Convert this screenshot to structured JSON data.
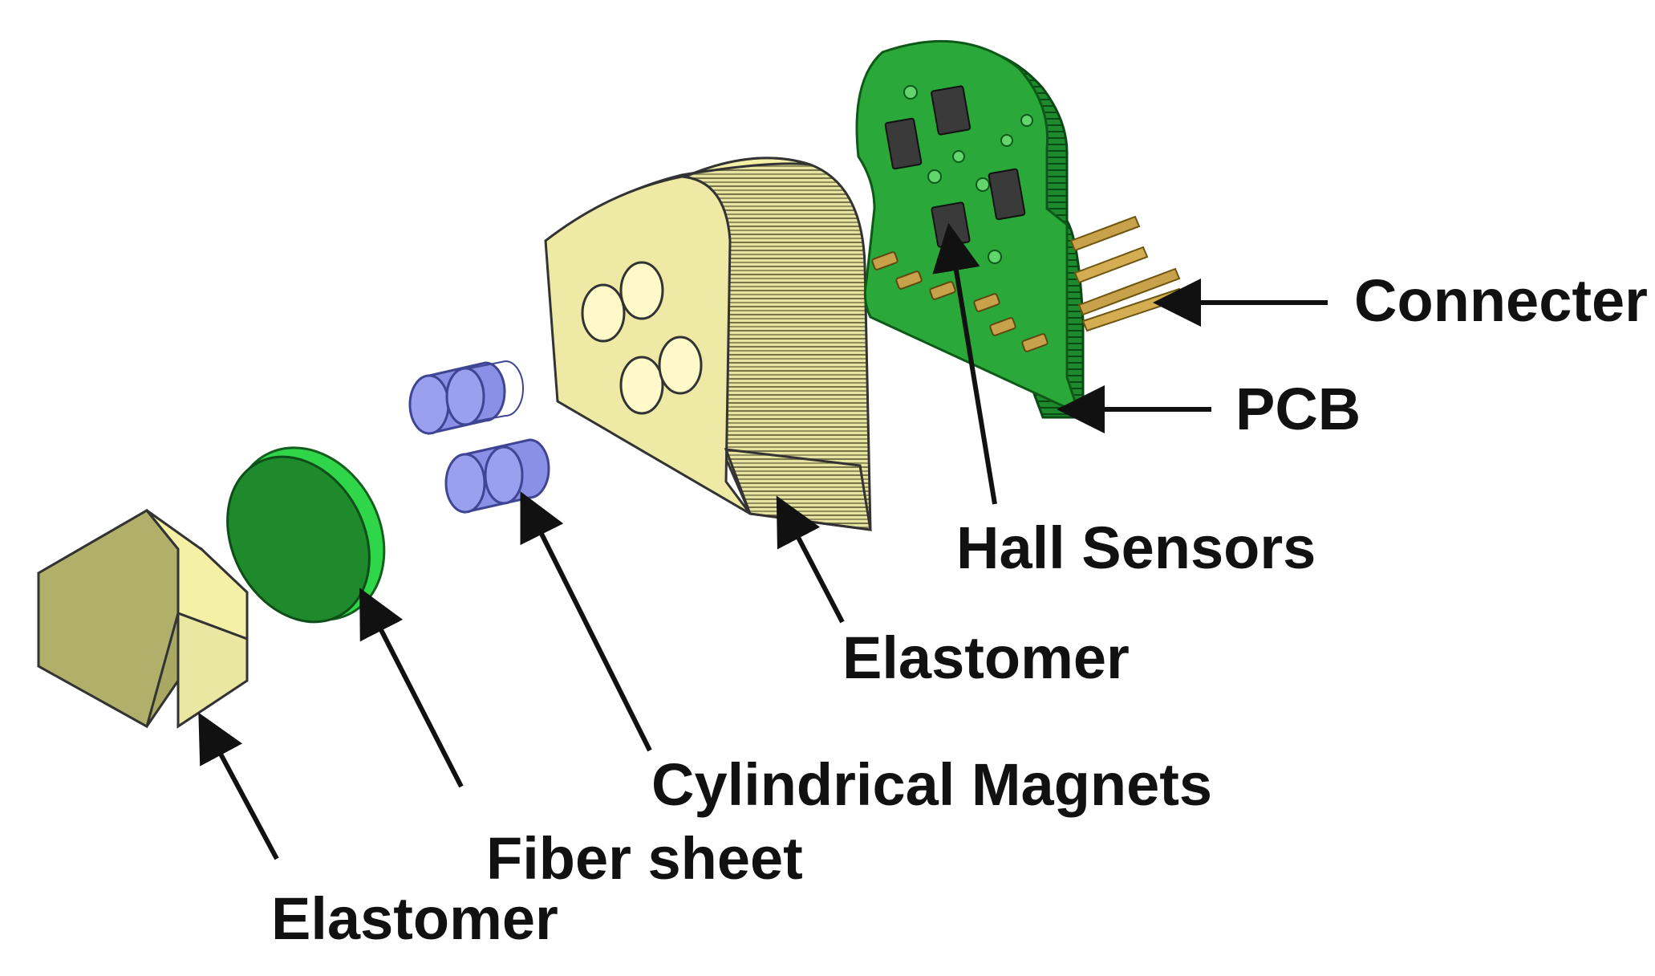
{
  "labels": {
    "connecter": "Connecter",
    "pcb": "PCB",
    "hall_sensors": "Hall Sensors",
    "elastomer_main": "Elastomer",
    "cylindrical_magnets": "Cylindrical Magnets",
    "fiber_sheet": "Fiber sheet",
    "elastomer_cap": "Elastomer"
  },
  "colors": {
    "elastomer": "#e9e7a6",
    "elastomer_light": "#f3f0a3",
    "elastomer_dark": "#9e9c60",
    "fiber_sheet": "#1f8f2a",
    "fiber_edge": "#2fd64a",
    "magnet": "#7f86e0",
    "pcb": "#2aa83a",
    "pcb_dark": "#0d5a18",
    "pin": "#c8a24a",
    "sensor": "#333333",
    "arrow": "#111111"
  }
}
